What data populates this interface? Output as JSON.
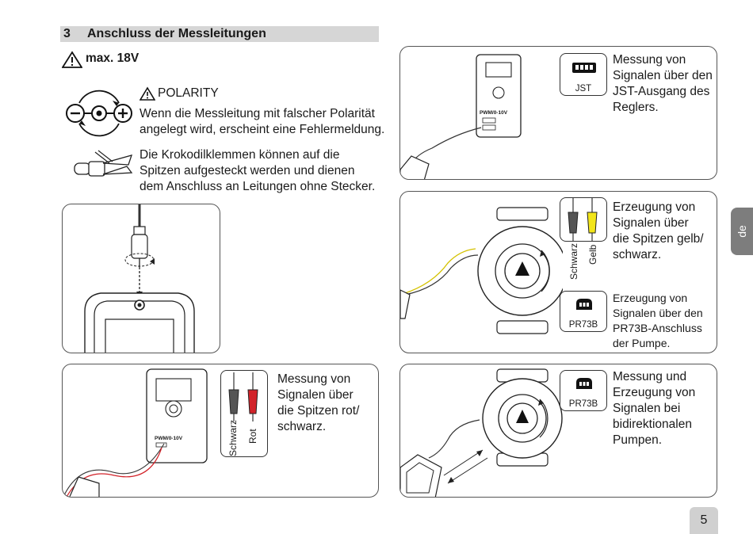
{
  "section": {
    "number": "3",
    "title": "Anschluss der Messleitungen"
  },
  "warning_voltage": "max. 18V",
  "polarity": {
    "title": "POLARITY",
    "text_line1": "Wenn die Messleitung mit falscher Polarität",
    "text_line2": "angelegt wird, erscheint eine Fehlermeldung."
  },
  "clamps": {
    "line1": "Die Krokodilklemmen können auf die",
    "line2": "Spitzen aufgesteckt werden und dienen",
    "line3": "dem Anschluss an Leitungen ohne Stecker."
  },
  "panel_red": {
    "device_label": "PWM/0-10V",
    "probe_labels": [
      "Schwarz",
      "Rot"
    ],
    "lines": [
      "Messung von",
      "Signalen über",
      "die Spitzen rot/",
      "schwarz."
    ]
  },
  "panel_jst": {
    "device_label": "PWM/0-10V",
    "connector": "JST",
    "lines": [
      "Messung von",
      "Signalen über den",
      "JST-Ausgang des",
      "Reglers."
    ]
  },
  "panel_yellow": {
    "probe_labels": [
      "Schwarz",
      "Gelb"
    ],
    "lines": [
      "Erzeugung von",
      "Signalen über",
      "die Spitzen gelb/",
      "schwarz."
    ],
    "connector": "PR73B",
    "lines2": [
      "Erzeugung von",
      "Signalen über den",
      "PR73B-Anschluss",
      "der Pumpe."
    ]
  },
  "panel_bidir": {
    "connector": "PR73B",
    "lines": [
      "Messung und",
      "Erzeugung von",
      "Signalen bei",
      "bidirektionalen",
      "Pumpen."
    ]
  },
  "side_tab": "de",
  "page_number": "5"
}
